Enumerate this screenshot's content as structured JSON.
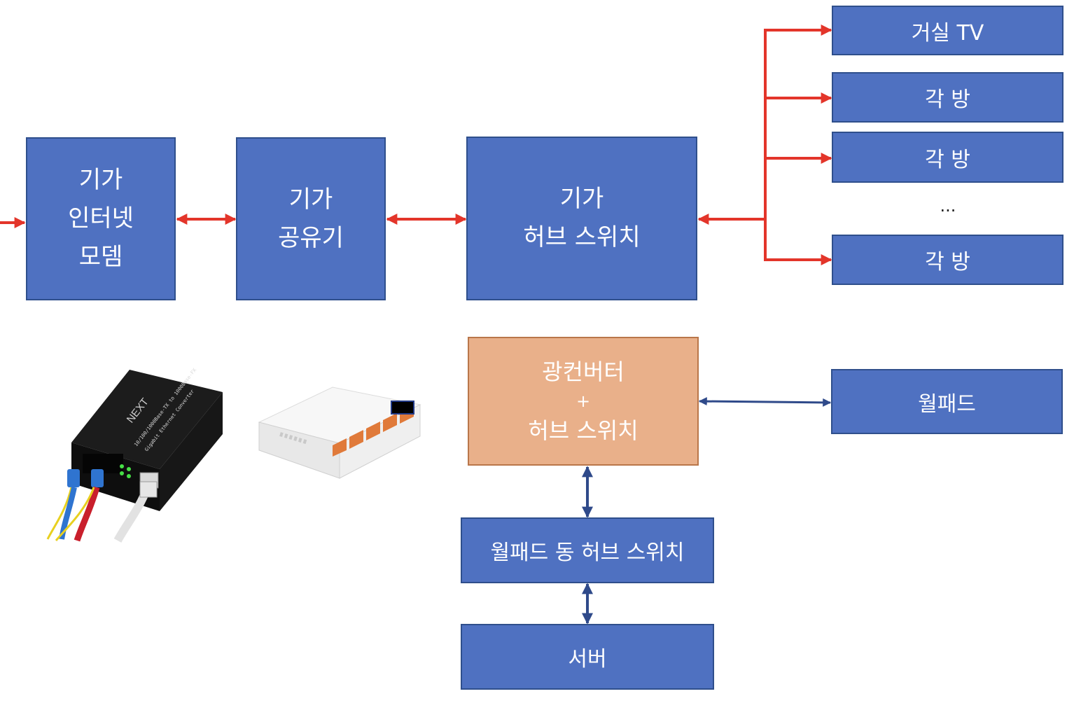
{
  "colors": {
    "box_blue": "#4f71c1",
    "box_orange": "#e9b08a",
    "arrow_red": "#e3352a",
    "arrow_navy": "#2f4a8a"
  },
  "top_row": {
    "modem": {
      "line1": "기가",
      "line2": "인터넷",
      "line3": "모뎀"
    },
    "router": {
      "line1": "기가",
      "line2": "공유기"
    },
    "hub": {
      "line1": "기가",
      "line2": "허브 스위치"
    }
  },
  "rooms": [
    {
      "label": "거실 TV"
    },
    {
      "label": "각 방"
    },
    {
      "label": "각 방"
    },
    {
      "label": "각 방"
    }
  ],
  "ellipsis": "...",
  "bottom": {
    "converter": {
      "line1": "광컨버터",
      "line2": "+",
      "line3": "허브 스위치"
    },
    "wallpad": {
      "label": "월패드"
    },
    "wallpad_hub": {
      "label": "월패드 동 허브 스위치"
    },
    "server": {
      "label": "서버"
    }
  },
  "images": {
    "media_converter_brand": "NEXT",
    "media_converter_model": "10/100/1000Base-TX to 1000Base-FX",
    "media_converter_desc": "Gigabit Ethernet Converter"
  }
}
